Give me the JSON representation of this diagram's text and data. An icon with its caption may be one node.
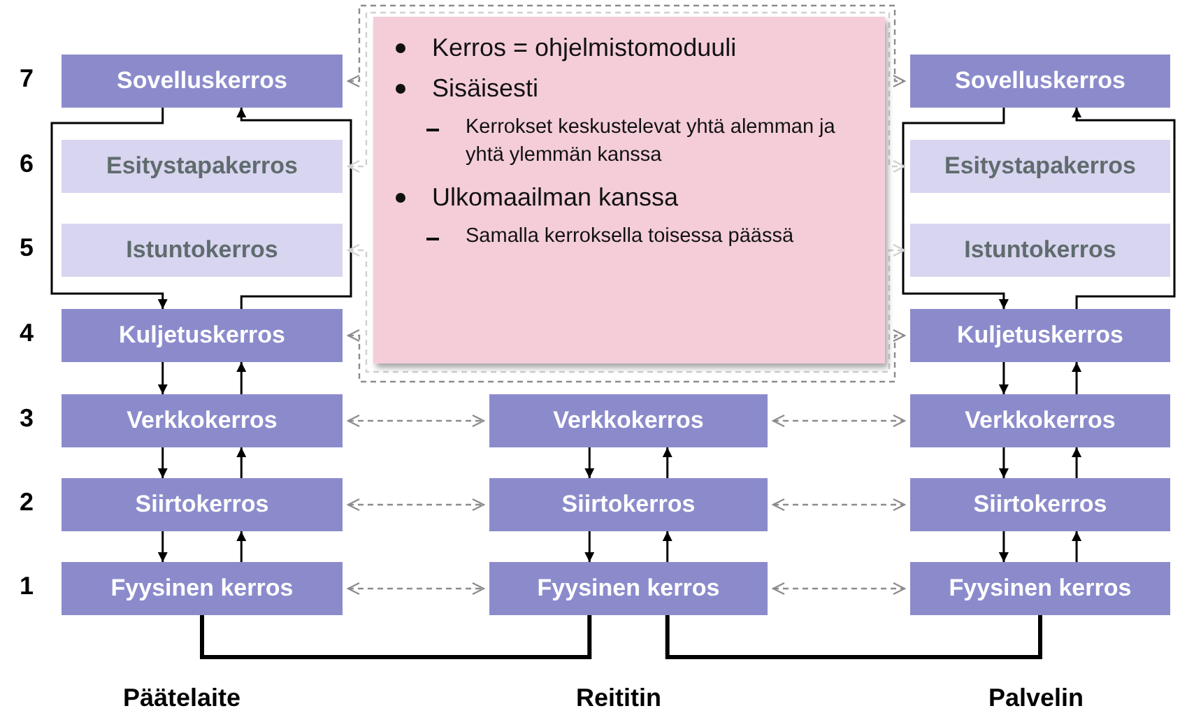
{
  "diagram": {
    "nodes": [
      {
        "text": [
          "Sovelluskerros"
        ]
      },
      {
        "text": [
          "Esitystapakerros"
        ]
      },
      {
        "text": [
          "Istuntokerros"
        ]
      },
      {
        "text": [
          "Kuljetuskerros"
        ]
      },
      {
        "text": [
          "Verkkokerros"
        ]
      },
      {
        "text": [
          "Siirtokerros"
        ]
      },
      {
        "text": [
          "Fyysinen kerros"
        ]
      },
      {
        "text": [
          "Verkkokerros"
        ]
      },
      {
        "text": [
          "Siirtokerros"
        ]
      },
      {
        "text": [
          "Fyysinen kerros"
        ]
      },
      {
        "text": [
          "Sovelluskerros"
        ]
      },
      {
        "text": [
          "Esitystapakerros"
        ]
      },
      {
        "text": [
          "Istuntokerros"
        ]
      },
      {
        "text": [
          "Kuljetuskerros"
        ]
      },
      {
        "text": [
          "Verkkokerros"
        ]
      },
      {
        "text": [
          "Siirtokerros"
        ]
      },
      {
        "text": [
          "Fyysinen kerros"
        ]
      },
      {
        "text": [
          "Kerros = ohjelmistomoduuli",
          "Sisäisesti",
          "Kerrokset keskustelevat yhtä alemman ja yhtä ylemmän kanssa",
          "Ulkomaailman kanssa",
          "Samalla kerroksella toisessa päässä"
        ]
      }
    ],
    "edges": [
      {
        "from": 0,
        "to": 3,
        "arrow": "to"
      },
      {
        "from": 3,
        "to": 0,
        "arrow": "to"
      },
      {
        "from": 3,
        "to": 4,
        "arrow": "to"
      },
      {
        "from": 4,
        "to": 3,
        "arrow": "to"
      },
      {
        "from": 4,
        "to": 5,
        "arrow": "to"
      },
      {
        "from": 5,
        "to": 4,
        "arrow": "to"
      },
      {
        "from": 5,
        "to": 6,
        "arrow": "to"
      },
      {
        "from": 6,
        "to": 5,
        "arrow": "to"
      },
      {
        "from": 7,
        "to": 8,
        "arrow": "to"
      },
      {
        "from": 8,
        "to": 7,
        "arrow": "to"
      },
      {
        "from": 8,
        "to": 9,
        "arrow": "to"
      },
      {
        "from": 9,
        "to": 8,
        "arrow": "to"
      },
      {
        "from": 10,
        "to": 13,
        "arrow": "to"
      },
      {
        "from": 13,
        "to": 10,
        "arrow": "to"
      },
      {
        "from": 13,
        "to": 14,
        "arrow": "to"
      },
      {
        "from": 14,
        "to": 13,
        "arrow": "to"
      },
      {
        "from": 14,
        "to": 15,
        "arrow": "to"
      },
      {
        "from": 15,
        "to": 14,
        "arrow": "to"
      },
      {
        "from": 15,
        "to": 16,
        "arrow": "to"
      },
      {
        "from": 16,
        "to": 15,
        "arrow": "to"
      },
      {
        "from": 0,
        "to": 10,
        "arrow": "both",
        "style": "dashed",
        "color": "#8c8c8c"
      },
      {
        "from": 1,
        "to": 11,
        "arrow": "both",
        "style": "dashed",
        "color": "#d0d0d0"
      },
      {
        "from": 2,
        "to": 12,
        "arrow": "both",
        "style": "dashed",
        "color": "#d0d0d0"
      },
      {
        "from": 3,
        "to": 13,
        "arrow": "both",
        "style": "dashed",
        "color": "#8c8c8c"
      },
      {
        "from": 4,
        "to": 7,
        "arrow": "both",
        "style": "dashed",
        "color": "#8c8c8c"
      },
      {
        "from": 7,
        "to": 14,
        "arrow": "both",
        "style": "dashed",
        "color": "#8c8c8c"
      },
      {
        "from": 5,
        "to": 8,
        "arrow": "both",
        "style": "dashed",
        "color": "#8c8c8c"
      },
      {
        "from": 8,
        "to": 15,
        "arrow": "both",
        "style": "dashed",
        "color": "#8c8c8c"
      },
      {
        "from": 6,
        "to": 9,
        "arrow": "both",
        "style": "dashed",
        "color": "#8c8c8c"
      },
      {
        "from": 9,
        "to": 16,
        "arrow": "both",
        "style": "dashed",
        "color": "#8c8c8c"
      },
      {
        "from": 6,
        "to": 9,
        "arrow": "none",
        "style": "thick"
      },
      {
        "from": 9,
        "to": 16,
        "arrow": "none",
        "style": "thick"
      }
    ],
    "labels": [
      "7",
      "6",
      "5",
      "4",
      "3",
      "2",
      "1",
      "Päätelaite",
      "Reititin",
      "Palvelin"
    ]
  }
}
